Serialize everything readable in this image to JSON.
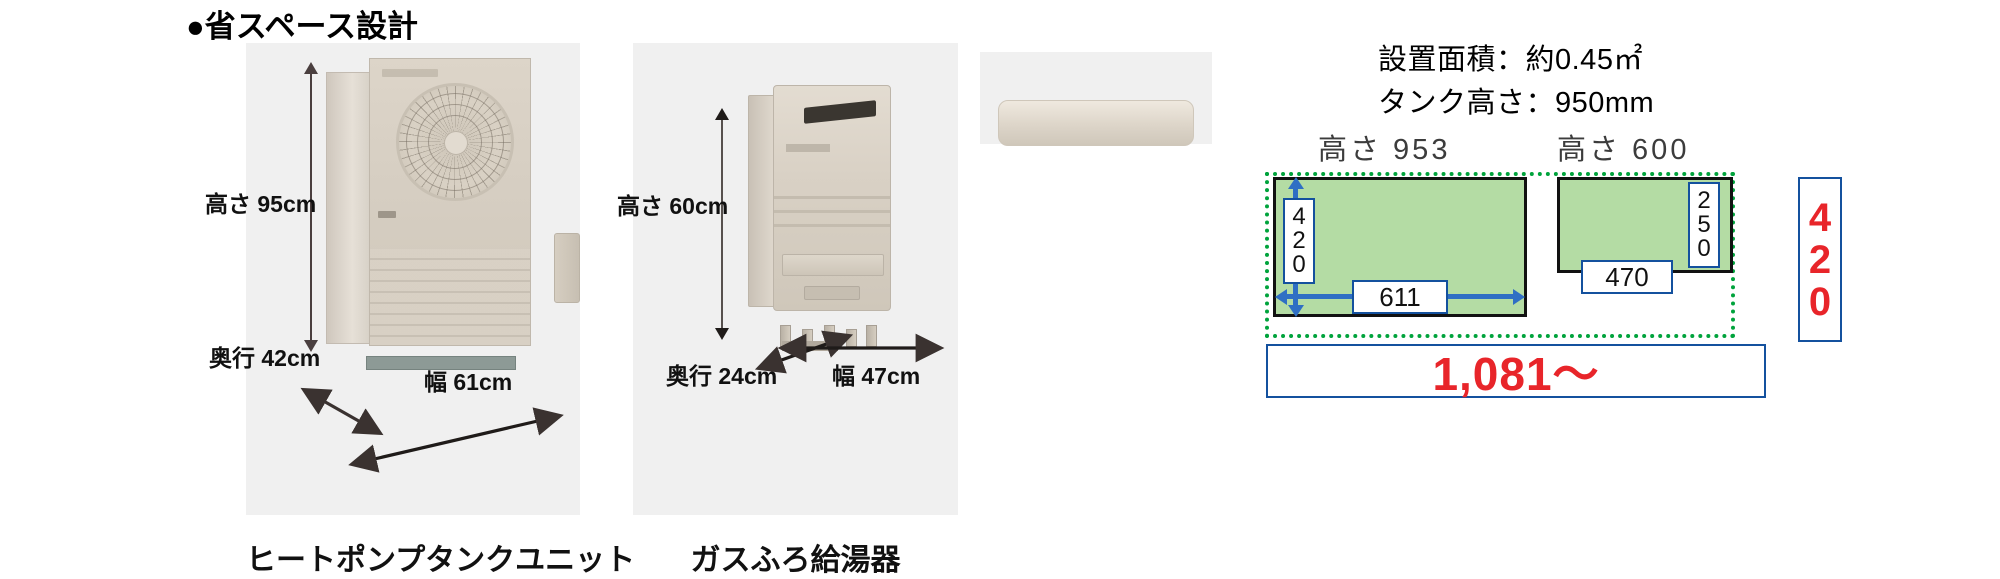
{
  "heading": "●省スペース設計",
  "panels": [
    {
      "id": "heat-pump-tank-unit",
      "caption": "ヒートポンプタンクユニット",
      "dims": {
        "height": "高さ 95cm",
        "depth": "奥行 42cm",
        "width": "幅 61cm"
      }
    },
    {
      "id": "gas-bath-water-heater",
      "caption": "ガスふろ給湯器",
      "dims": {
        "height": "高さ 60cm",
        "depth": "奥行 24cm",
        "width": "幅 47cm"
      }
    }
  ],
  "spec": {
    "area": "設置面積：約0.45㎡",
    "tank_height": "タンク高さ：950mm"
  },
  "layout_diagram": {
    "left_header": "高さ 953",
    "right_header": "高さ 600",
    "left_depth": [
      "4",
      "2",
      "0"
    ],
    "left_width": "611",
    "right_depth": [
      "2",
      "5",
      "0"
    ],
    "right_width": "470",
    "side_depth": [
      "4",
      "2",
      "0"
    ],
    "total_width": "1,081〜"
  },
  "colors": {
    "green_fill": "#b4dca4",
    "dotted_green": "#00a33c",
    "blue_arrow": "#2f6fc4",
    "box_border_blue": "#14519e",
    "red_text": "#e8252a",
    "panel_bg": "#f0f0f0"
  }
}
